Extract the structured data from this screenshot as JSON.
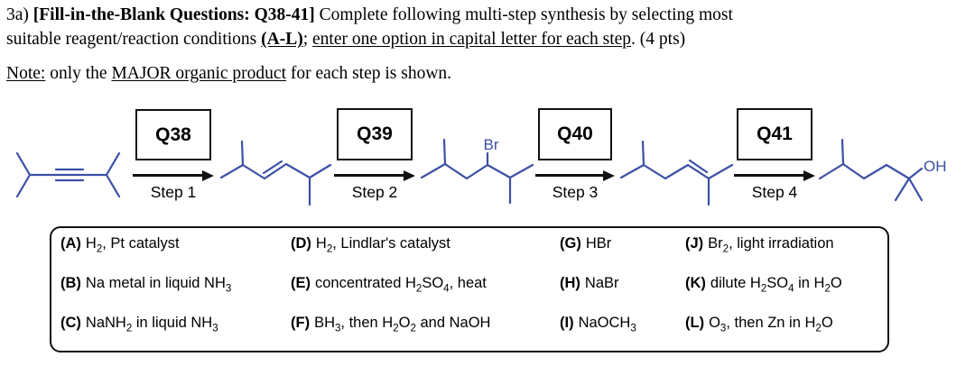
{
  "colors": {
    "structure_blue": "#3b50a6",
    "text_black": "#111111"
  },
  "header": {
    "line1": {
      "prefix": "3a) ",
      "bold": "[Fill-in-the-Blank Questions: Q38-41]",
      "rest": " Complete following multi-step synthesis by selecting most"
    },
    "line2": {
      "pre": "suitable reagent/reaction conditions ",
      "bold_underline": "(A-L)",
      "mid": "; ",
      "underline": "enter one option in capital letter for each step",
      "post": ". (4 pts)"
    },
    "note": {
      "label": "Note:",
      "mid": " only the ",
      "underline": "MAJOR organic product",
      "post": " for each step is shown."
    }
  },
  "scheme": {
    "steps": [
      {
        "q_label": "Q38",
        "step_label": "Step 1"
      },
      {
        "q_label": "Q39",
        "step_label": "Step 2"
      },
      {
        "q_label": "Q40",
        "step_label": "Step 3"
      },
      {
        "q_label": "Q41",
        "step_label": "Step 4"
      }
    ],
    "atom_labels": {
      "bromo": "Br",
      "hydroxyl": "OH"
    }
  },
  "options_box": {
    "items": [
      {
        "letter": "(A)",
        "segments": [
          {
            "t": "H"
          },
          {
            "t": "2",
            "sub": true
          },
          {
            "t": ", Pt catalyst"
          }
        ]
      },
      {
        "letter": "(B)",
        "segments": [
          {
            "t": "Na metal in liquid NH"
          },
          {
            "t": "3",
            "sub": true
          }
        ]
      },
      {
        "letter": "(C)",
        "segments": [
          {
            "t": "NaNH"
          },
          {
            "t": "2",
            "sub": true
          },
          {
            "t": " in liquid NH"
          },
          {
            "t": "3",
            "sub": true
          }
        ]
      },
      {
        "letter": "(D)",
        "segments": [
          {
            "t": "H"
          },
          {
            "t": "2",
            "sub": true
          },
          {
            "t": ", Lindlar's catalyst"
          }
        ]
      },
      {
        "letter": "(E)",
        "segments": [
          {
            "t": "concentrated H"
          },
          {
            "t": "2",
            "sub": true
          },
          {
            "t": "SO"
          },
          {
            "t": "4",
            "sub": true
          },
          {
            "t": ", heat"
          }
        ]
      },
      {
        "letter": "(F)",
        "segments": [
          {
            "t": "BH"
          },
          {
            "t": "3",
            "sub": true
          },
          {
            "t": ", then H"
          },
          {
            "t": "2",
            "sub": true
          },
          {
            "t": "O"
          },
          {
            "t": "2",
            "sub": true
          },
          {
            "t": " and NaOH"
          }
        ]
      },
      {
        "letter": "(G)",
        "segments": [
          {
            "t": "HBr"
          }
        ]
      },
      {
        "letter": "(H)",
        "segments": [
          {
            "t": "NaBr"
          }
        ]
      },
      {
        "letter": "(I)",
        "segments": [
          {
            "t": "NaOCH"
          },
          {
            "t": "3",
            "sub": true
          }
        ]
      },
      {
        "letter": "(J)",
        "segments": [
          {
            "t": "Br"
          },
          {
            "t": "2",
            "sub": true
          },
          {
            "t": ", light irradiation"
          }
        ]
      },
      {
        "letter": "(K)",
        "segments": [
          {
            "t": "dilute H"
          },
          {
            "t": "2",
            "sub": true
          },
          {
            "t": "SO"
          },
          {
            "t": "4",
            "sub": true
          },
          {
            "t": " in H"
          },
          {
            "t": "2",
            "sub": true
          },
          {
            "t": "O"
          }
        ]
      },
      {
        "letter": "(L)",
        "segments": [
          {
            "t": "O"
          },
          {
            "t": "3",
            "sub": true
          },
          {
            "t": ", then Zn in H"
          },
          {
            "t": "2",
            "sub": true
          },
          {
            "t": "O"
          }
        ]
      }
    ]
  }
}
